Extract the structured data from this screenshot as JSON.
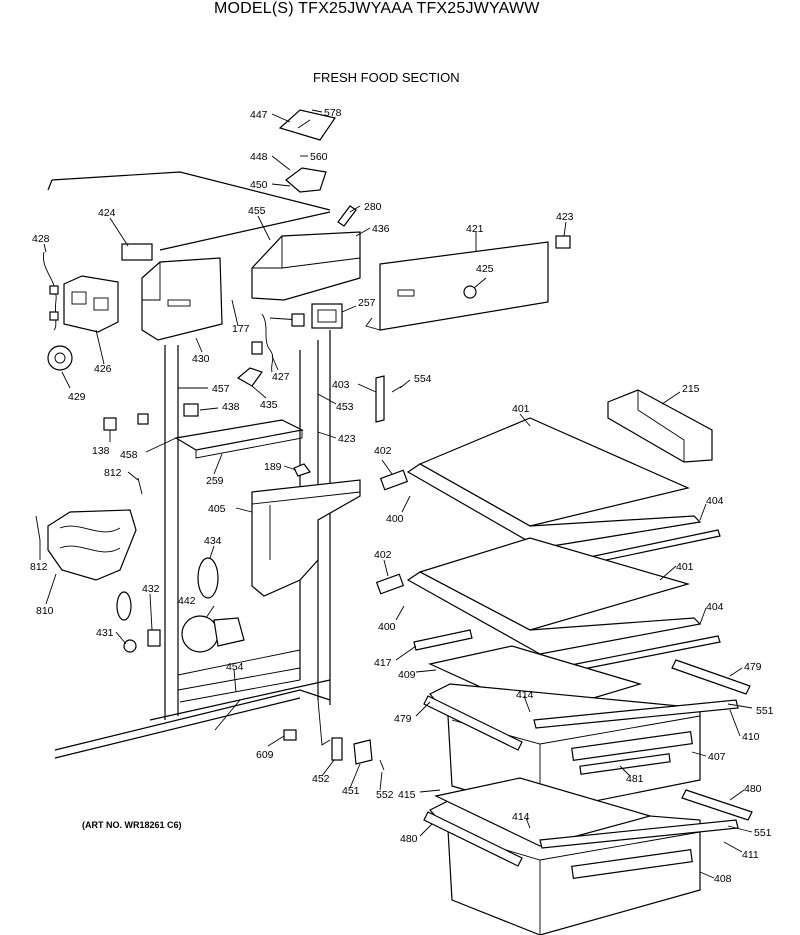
{
  "header": {
    "model_title": "MODEL(S) TFX25JWYAAA  TFX25JWYAWW",
    "section_title": "FRESH FOOD SECTION",
    "art_number": "(ART NO. WR18261 C6)"
  },
  "callouts": [
    "447",
    "578",
    "448",
    "560",
    "450",
    "280",
    "424",
    "455",
    "436",
    "421",
    "423",
    "428",
    "425",
    "257",
    "426",
    "177",
    "430",
    "427",
    "429",
    "457",
    "435",
    "438",
    "403",
    "554",
    "215",
    "453",
    "401",
    "138",
    "458",
    "438",
    "423",
    "402",
    "259",
    "812",
    "189",
    "405",
    "404",
    "400",
    "434",
    "812",
    "810",
    "432",
    "402",
    "442",
    "401",
    "431",
    "400",
    "404",
    "417",
    "479",
    "409",
    "454",
    "414",
    "551",
    "479",
    "410",
    "407",
    "609",
    "481",
    "452",
    "451",
    "552",
    "415",
    "480",
    "414",
    "551",
    "480",
    "411",
    "408"
  ]
}
